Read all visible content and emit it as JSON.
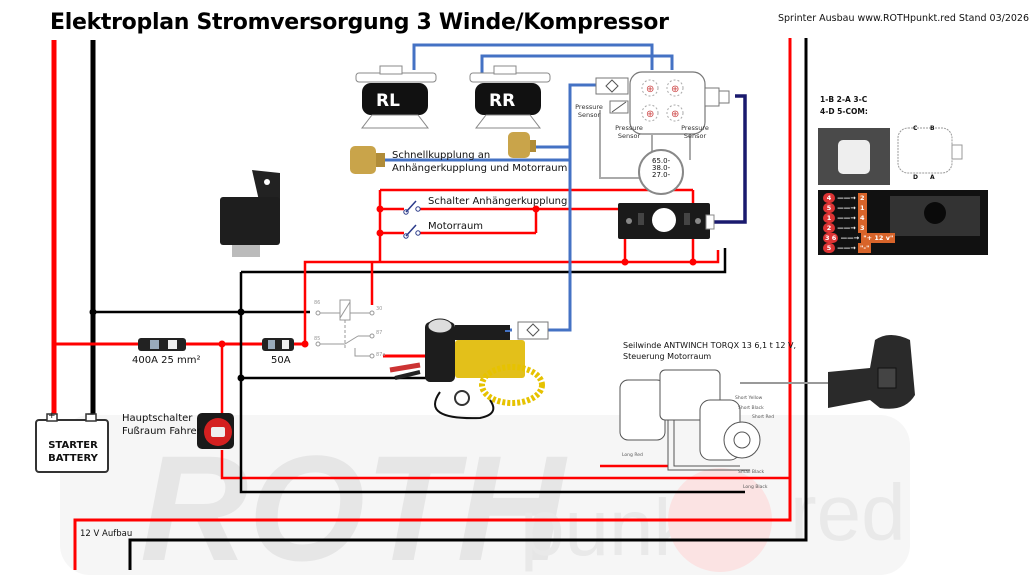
{
  "header": {
    "title": "Elektroplan Stromversorgung 3 Winde/Kompressor",
    "subtitle": "Sprinter Ausbau www.ROTHpunkt.red Stand 03/2026"
  },
  "colors": {
    "positive_wire": "#ff0000",
    "ground_wire": "#000000",
    "air_line": "#4472c4",
    "signal_line": "#1a1a6e",
    "watermark": "#e8e8e8",
    "watermark_accent": "#f7d0d0"
  },
  "watermark": {
    "word_main": "ROTH",
    "word_mid": "punkt",
    "word_end": "red"
  },
  "air_suspension": {
    "bag_left_label": "RL",
    "bag_right_label": "RR",
    "coupling_label_line1": "Schnellkupplung an",
    "coupling_label_line2": "Anhängerkupplung und Motorraum",
    "pressure_sensor_label": "Pressure Sensor",
    "pressure_sensor_left_label": "Pressure Sensor",
    "pressure_sensor_right_label": "Pressure Sensor",
    "gauge_values": [
      "65.0-",
      "38.0-",
      "27.0-"
    ]
  },
  "switches": [
    {
      "label": "Schalter Anhängerkupplung"
    },
    {
      "label": "Motorraum"
    }
  ],
  "fuses": [
    {
      "label": "400A 25 mm²"
    },
    {
      "label": "50A"
    }
  ],
  "battery": {
    "line1": "STARTER",
    "line2": "BATTERY",
    "plus": "+",
    "minus": "−"
  },
  "main_switch": {
    "line1": "Hauptschalter",
    "line2": "Fußraum Fahrer"
  },
  "relay_pins": [
    "86",
    "85",
    "30",
    "87",
    "87a"
  ],
  "winch": {
    "line1": "Seilwinde ANTWINCH TORQX 13  6,1 t 12 V,",
    "line2": "Steuerung Motorraum",
    "wire_labels": [
      "Short Yellow",
      "Short Black",
      "Short Red",
      "Long Red",
      "Small Black",
      "Long Black"
    ]
  },
  "pinout": {
    "line1": "1-B   2-A   3-C",
    "line2": "4-D   5-COM:",
    "connector_pins": [
      "3",
      "2",
      "1",
      "5",
      "4"
    ],
    "valve_letters": [
      "C",
      "B",
      "D",
      "A"
    ],
    "mapping": [
      {
        "from": "4",
        "to": "2"
      },
      {
        "from": "5",
        "to": "1"
      },
      {
        "from": "1",
        "to": "4"
      },
      {
        "from": "2",
        "to": "3"
      },
      {
        "from": "3 6",
        "to": "\"+ 12 v\""
      },
      {
        "from": "5",
        "to": "\"-\""
      }
    ],
    "board_pins": [
      "3",
      "2",
      "1",
      "4",
      "5",
      "6"
    ]
  },
  "footer": {
    "aufbau_label": "12 V Aufbau"
  }
}
